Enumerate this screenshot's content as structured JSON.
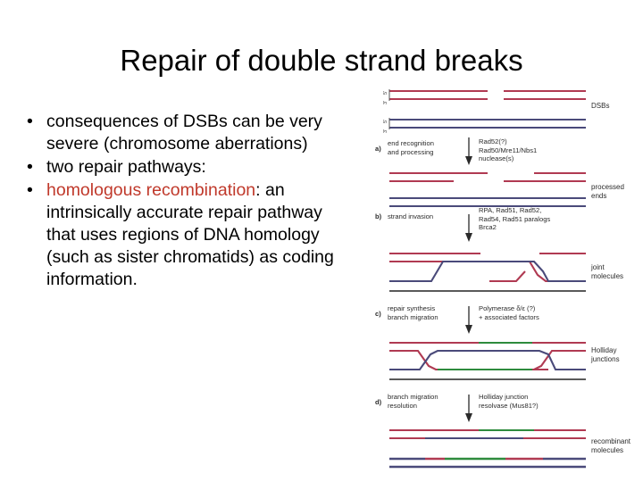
{
  "slide": {
    "title": "Repair of double strand breaks",
    "background_color": "#ffffff",
    "bullets": [
      {
        "marker": "•",
        "segments": [
          {
            "text": "consequences of DSBs can be very severe (chromosome aberrations)",
            "color": "#000000",
            "emphasis": false
          }
        ]
      },
      {
        "marker": "•",
        "segments": [
          {
            "text": "two repair pathways:",
            "color": "#000000",
            "emphasis": false
          }
        ]
      },
      {
        "marker": "•",
        "segments": [
          {
            "text": "homologous recombination",
            "color": "#c0392b",
            "emphasis": true
          },
          {
            "text": ": an intrinsically accurate repair pathway that uses regions of DNA homology (such as sister chromatids) as coding information.",
            "color": "#000000",
            "emphasis": false
          }
        ]
      }
    ]
  },
  "figure": {
    "colors": {
      "red_strand": "#b03a52",
      "blue_strand": "#4a4a7a",
      "green_strand": "#2e8b3d",
      "gray_strand": "#5a5a5a",
      "arrow": "#2b2b2b",
      "text": "#2b2b2b"
    },
    "polarity_ticks": [
      {
        "label": "5'",
        "strand": "red-top"
      },
      {
        "label": "3'",
        "strand": "red-bottom"
      },
      {
        "label": "5'",
        "strand": "blue-top"
      },
      {
        "label": "3'",
        "strand": "blue-bottom"
      }
    ],
    "steps": [
      {
        "key": "a",
        "step_label": "a)",
        "action": "end recognition\nand processing",
        "factors": "Rad52(?)\nRad50/Mre11/Nbs1\nnuclease(s)"
      },
      {
        "key": "b",
        "step_label": "b)",
        "action": "strand invasion",
        "factors": "RPA, Rad51, Rad52,\nRad54, Rad51 paralogs\nBrca2"
      },
      {
        "key": "c",
        "step_label": "c)",
        "action": "repair synthesis\nbranch migration",
        "factors": "Polymerase δ/ε (?)\n+ associated factors"
      },
      {
        "key": "d",
        "step_label": "d)",
        "action": "branch migration\nresolution",
        "factors": "Holliday junction\nresolvase (Mus81?)"
      }
    ],
    "stage_labels": [
      {
        "key": "dsbs",
        "text": "DSBs"
      },
      {
        "key": "processed-ends",
        "text": "processed\nends"
      },
      {
        "key": "joint-molecules",
        "text": "joint\nmolecules"
      },
      {
        "key": "holliday-junctions",
        "text": "Holliday\njunctions"
      },
      {
        "key": "recombinant-molecules",
        "text": "recombinant\nmolecules"
      }
    ]
  }
}
